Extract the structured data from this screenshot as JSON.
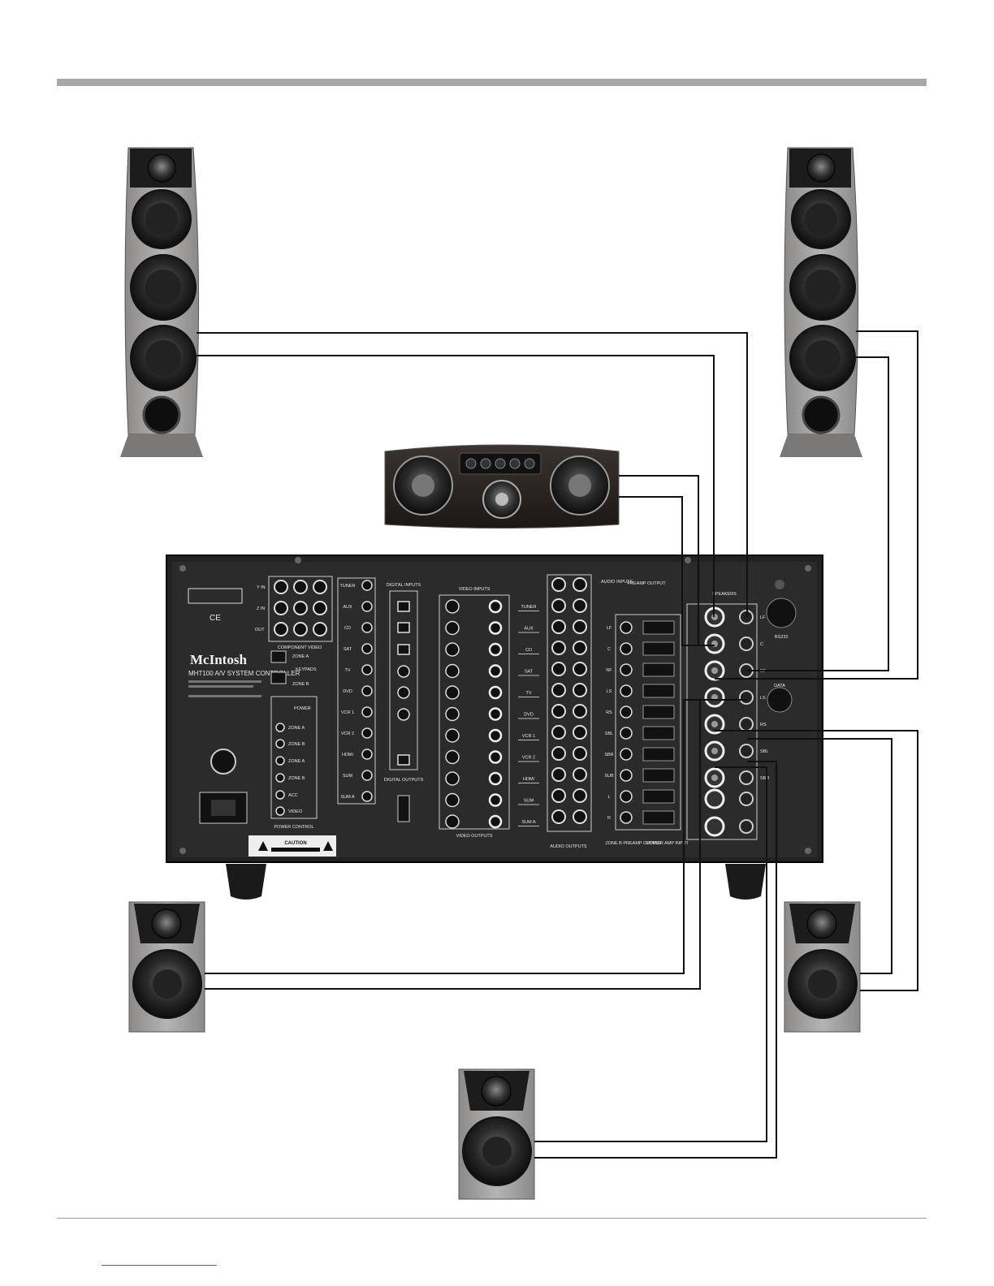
{
  "receiver": {
    "brand": "McIntosh",
    "model": "MHT100 A/V SYSTEM CONTROLLER",
    "caution": "CAUTION",
    "section_labels": {
      "component_video": "COMPONENT VIDEO",
      "digital_inputs": "DIGITAL INPUTS",
      "video_inputs": "VIDEO INPUTS",
      "audio_inputs": "AUDIO INPUTS",
      "preamp_output": "PREAMP OUTPUT",
      "speakers": "SPEAKERS",
      "digital_outputs": "DIGITAL OUTPUTS",
      "video_outputs": "VIDEO OUTPUTS",
      "audio_outputs": "AUDIO OUTPUTS",
      "zone_b_preamp_output": "ZONE B PREAMP OUTPUT",
      "power_amp_input": "POWER AMP INPUT",
      "power_control": "POWER CONTROL"
    },
    "component_rows": [
      "Y IN",
      "Z IN",
      "OUT"
    ],
    "audio_input_labels": [
      "TUNER",
      "AUX",
      "CD",
      "SAT",
      "TV",
      "DVD",
      "VCR 1",
      "VCR 2",
      "HDMI",
      "SUM",
      "SUM A"
    ],
    "channel_labels": [
      "LF",
      "C",
      "RF",
      "LS",
      "RS",
      "SBL",
      "SBR",
      "SUB",
      "L",
      "R"
    ],
    "speaker_labels": [
      "LF",
      "C",
      "RF",
      "LS",
      "RS",
      "SBL",
      "SBR"
    ],
    "zone_labels": [
      "ZONE A",
      "ZONE B",
      "ZONE A",
      "ZONE B",
      "ACC",
      "VIDEO"
    ],
    "power_label": "POWER",
    "keypads_label": "KEYPADS",
    "zone_a_label": "ZONE A",
    "zone_b_label": "ZONE B",
    "rs232_label": "RS232",
    "data_label": "DATA"
  },
  "colors": {
    "rule": "#a7a7a7",
    "wire": "#111111",
    "panel": "#2b2b2b",
    "cabinet": "#a8a6a4",
    "link": "#3a5bd9"
  }
}
